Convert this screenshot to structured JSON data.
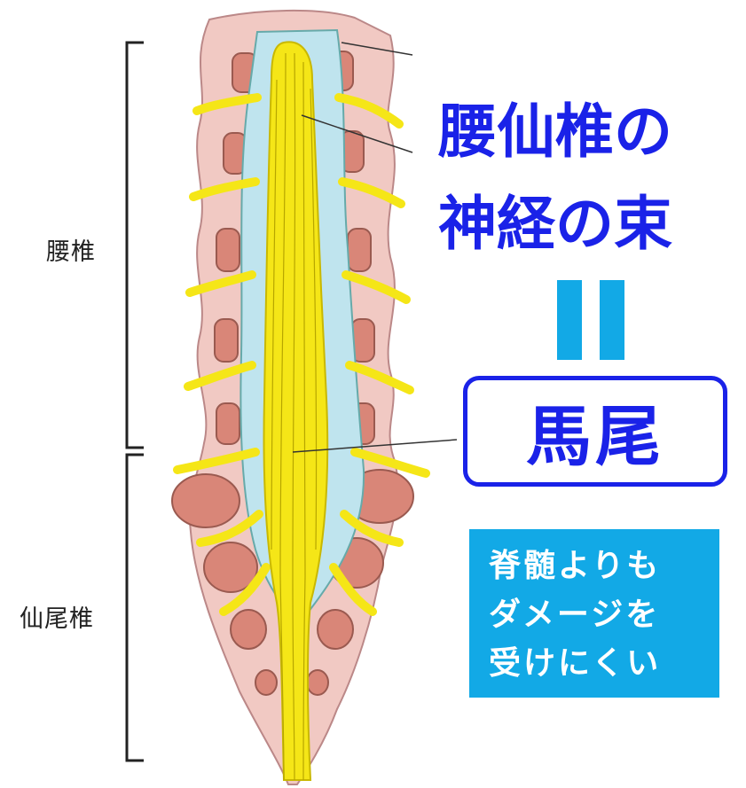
{
  "region_labels": {
    "lumbar": "腰椎",
    "sacrococcygeal": "仙尾椎"
  },
  "headline": {
    "line1": "腰仙椎の",
    "line2": "神経の束"
  },
  "term": "馬尾",
  "note": {
    "lines": [
      "脊髄よりも",
      "ダメージを",
      "受けにくい"
    ]
  },
  "colors": {
    "accent_blue": "#1a22e8",
    "box_cyan": "#12a9e6",
    "nerve_yellow": "#f5e617",
    "csf_blue": "#bfe4ee",
    "bone_pink": "#f1c9c3",
    "disc_salmon": "#d98678"
  }
}
